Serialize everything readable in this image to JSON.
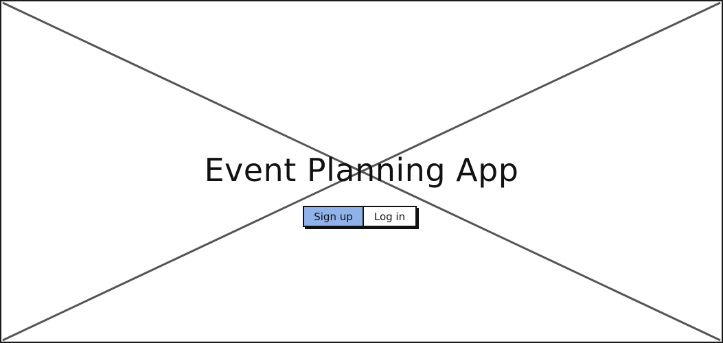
{
  "app": {
    "title": "Event Planning App"
  },
  "auth": {
    "signup_label": "Sign up",
    "login_label": "Log in"
  },
  "colors": {
    "signup_active": "#8fb2e8",
    "border": "#111111",
    "placeholder_cross": "#555555"
  }
}
